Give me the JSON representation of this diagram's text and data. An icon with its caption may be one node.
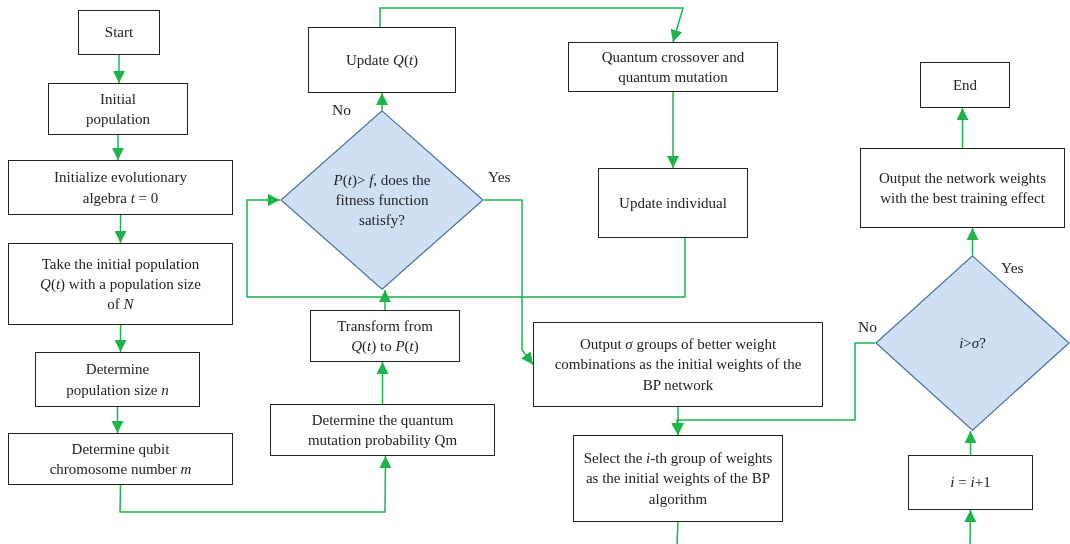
{
  "diagram": {
    "nodes": [
      {
        "text": [
          "Start"
        ]
      },
      {
        "text": [
          "Initial population"
        ]
      },
      {
        "text": [
          "Initialize evolutionary algebra *t* = 0"
        ]
      },
      {
        "text": [
          "Take the initial population *Q*(*t*) with a population size of *N*"
        ]
      },
      {
        "text": [
          "Determine population size *n*"
        ]
      },
      {
        "text": [
          "Determine qubit chromosome number *m*"
        ]
      },
      {
        "text": [
          "Determine the quantum mutation probability Qm"
        ]
      },
      {
        "text": [
          "Transform from *Q*(*t*) to *P*(*t*)"
        ]
      },
      {
        "text": [
          "*P*(*t*)> *f*, does the fitness function satisfy?"
        ]
      },
      {
        "text": [
          "Update *Q*(*t*)"
        ]
      },
      {
        "text": [
          "Quantum crossover and quantum mutation"
        ]
      },
      {
        "text": [
          "Update individual"
        ]
      },
      {
        "text": [
          "Output *σ* groups of better weight combinations as the initial weights of the BP network"
        ]
      },
      {
        "text": [
          "Select the *i*-th group of weights as the initial weights of the BP algorithm"
        ]
      },
      {
        "text": [
          "*i* = *i*+1"
        ]
      },
      {
        "text": [
          "*i*>*σ*?"
        ]
      },
      {
        "text": [
          "Output the network weights with the best training effect"
        ]
      },
      {
        "text": [
          "End"
        ]
      }
    ],
    "edges": [
      {
        "from": 0,
        "to": 1,
        "arrow": "to"
      },
      {
        "from": 1,
        "to": 2,
        "arrow": "to"
      },
      {
        "from": 2,
        "to": 3,
        "arrow": "to"
      },
      {
        "from": 3,
        "to": 4,
        "arrow": "to"
      },
      {
        "from": 4,
        "to": 5,
        "arrow": "to"
      },
      {
        "from": 5,
        "to": 6,
        "arrow": "to"
      },
      {
        "from": 6,
        "to": 7,
        "arrow": "to"
      },
      {
        "from": 7,
        "to": 8,
        "arrow": "to"
      },
      {
        "from": 8,
        "to": 9,
        "arrow": "to",
        "label": "No"
      },
      {
        "from": 9,
        "to": 10,
        "arrow": "to"
      },
      {
        "from": 10,
        "to": 11,
        "arrow": "to"
      },
      {
        "from": 11,
        "to": 8,
        "arrow": "to"
      },
      {
        "from": 8,
        "to": 12,
        "arrow": "to",
        "label": "Yes"
      },
      {
        "from": 13,
        "to": null,
        "arrow": "none"
      },
      {
        "from": null,
        "to": 14,
        "arrow": "to"
      },
      {
        "from": 14,
        "to": 15,
        "arrow": "to"
      },
      {
        "from": 15,
        "to": 16,
        "arrow": "to",
        "label": "Yes"
      },
      {
        "from": 16,
        "to": 17,
        "arrow": "to"
      },
      {
        "from": 15,
        "to": 13,
        "arrow": "to",
        "label": "No"
      },
      {
        "from": 12,
        "to": 13,
        "arrow": "to"
      }
    ]
  }
}
